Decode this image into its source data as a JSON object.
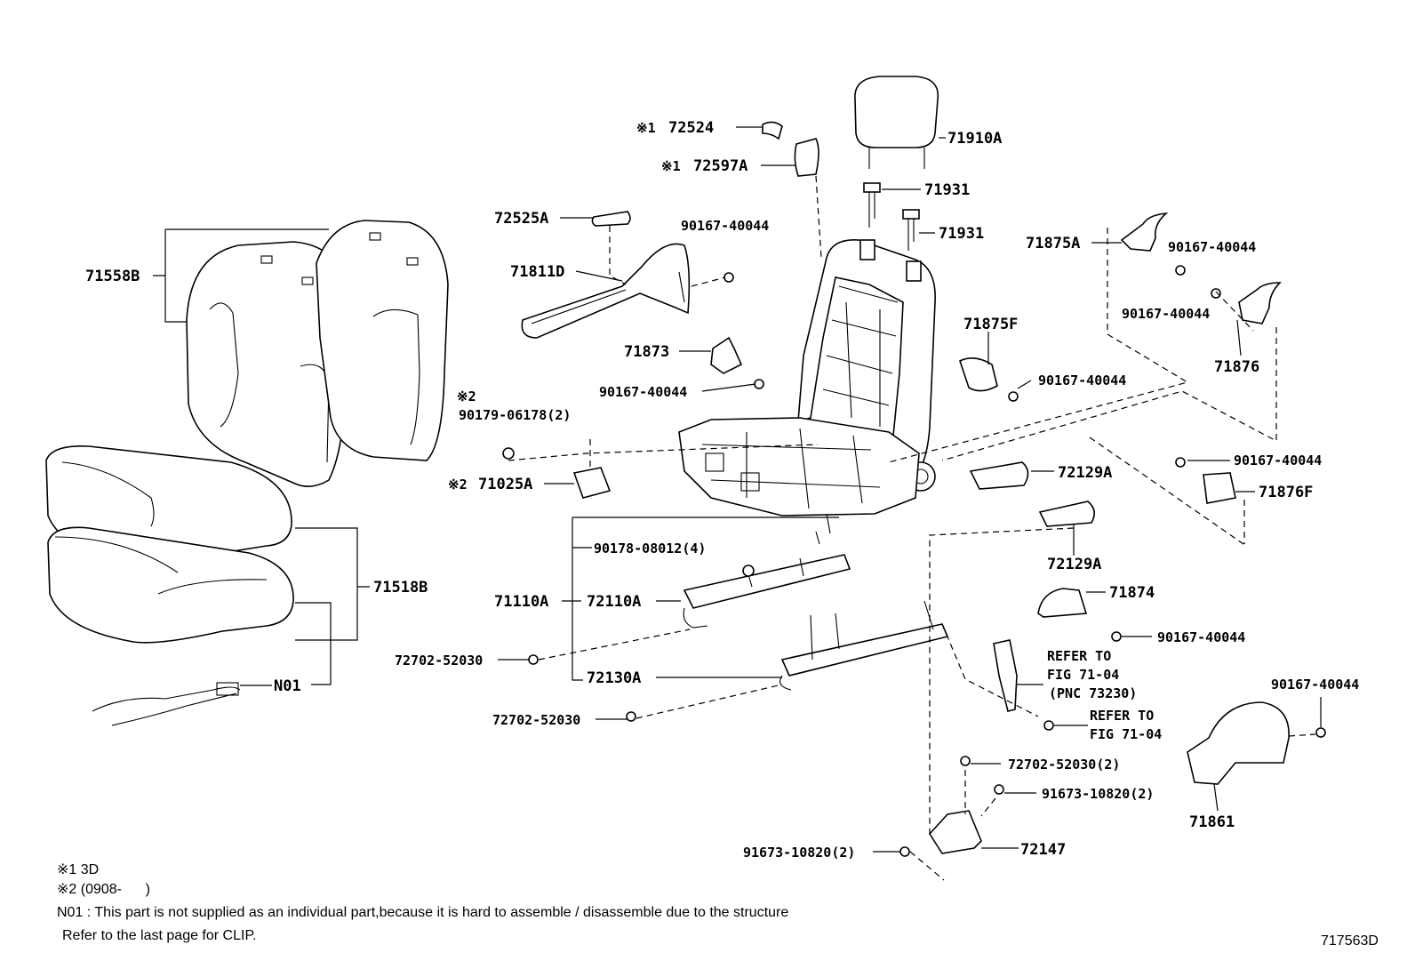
{
  "part_labels": {
    "p72524": "72524",
    "p72597A": "72597A",
    "p71910A": "71910A",
    "p71931a": "71931",
    "p71931b": "71931",
    "p72525A": "72525A",
    "p90167_a": "90167-40044",
    "p71811D": "71811D",
    "p71558B": "71558B",
    "p71875A": "71875A",
    "p90167_b": "90167-40044",
    "p90167_c": "90167-40044",
    "p71876": "71876",
    "p71873": "71873",
    "p90167_d": "90167-40044",
    "p71875F": "71875F",
    "p90167_e": "90167-40044",
    "p90179": "90179-06178(2)",
    "p71025A": "71025A",
    "p72129A_a": "72129A",
    "p90167_f": "90167-40044",
    "p71876F": "71876F",
    "p72129A_b": "72129A",
    "p90178": "90178-08012(4)",
    "p71110A": "71110A",
    "p72110A": "72110A",
    "p71518B": "71518B",
    "p71874": "71874",
    "p90167_g": "90167-40044",
    "p72702_a": "72702-52030",
    "p72130A": "72130A",
    "p72702_b": "72702-52030",
    "p90167_h": "90167-40044",
    "pN01": "N01",
    "p72702_c": "72702-52030(2)",
    "p91673_a": "91673-10820(2)",
    "p71861": "71861",
    "p91673_b": "91673-10820(2)",
    "p72147": "72147"
  },
  "marks": {
    "m1a": "※1",
    "m1b": "※1",
    "m2a": "※2",
    "m2b": "※2"
  },
  "refer": {
    "r1_line1": "REFER TO",
    "r1_line2": "FIG 71-04",
    "r1_line3": "(PNC 73230)",
    "r2_line1": "REFER TO",
    "r2_line2": "FIG 71-04"
  },
  "notes": {
    "n1": "※1 3D",
    "n2": "※2 (0908-      )",
    "n3": "N01 : This part is not supplied as an individual part,because it is hard to assemble / disassemble due to the structure",
    "n4": "Refer to the last page for CLIP."
  },
  "figure_id": "717563D"
}
